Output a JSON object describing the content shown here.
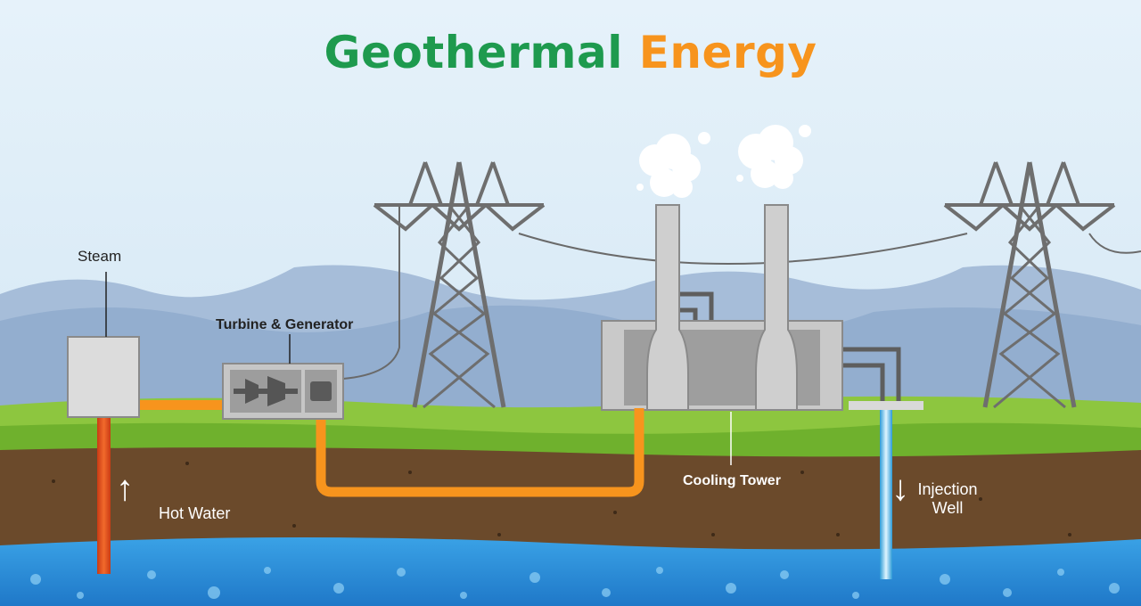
{
  "title": {
    "word1": "Geothermal",
    "word2": "Energy",
    "color1": "#1e9a4e",
    "color2": "#f7941d"
  },
  "labels": {
    "steam": "Steam",
    "turbine_generator": "Turbine & Generator",
    "cooling_tower": "Cooling Tower",
    "hot_water": "Hot Water",
    "injection_line1": "Injection",
    "injection_line2": "Well"
  },
  "arrows": {
    "hot_water": "↑",
    "injection": "↓"
  },
  "colors": {
    "sky": "#dcecf7",
    "mountains": "#93aecf",
    "grass": "#8dc63f",
    "soil": "#6b4a2b",
    "water": "#2f8fd8",
    "pipe_hot": "#f7941d",
    "pipe_well": "#e8501f",
    "injection_pipe": "#5fc3ea",
    "tower": "#6d6d6d",
    "plant": "#c9c9c9"
  }
}
